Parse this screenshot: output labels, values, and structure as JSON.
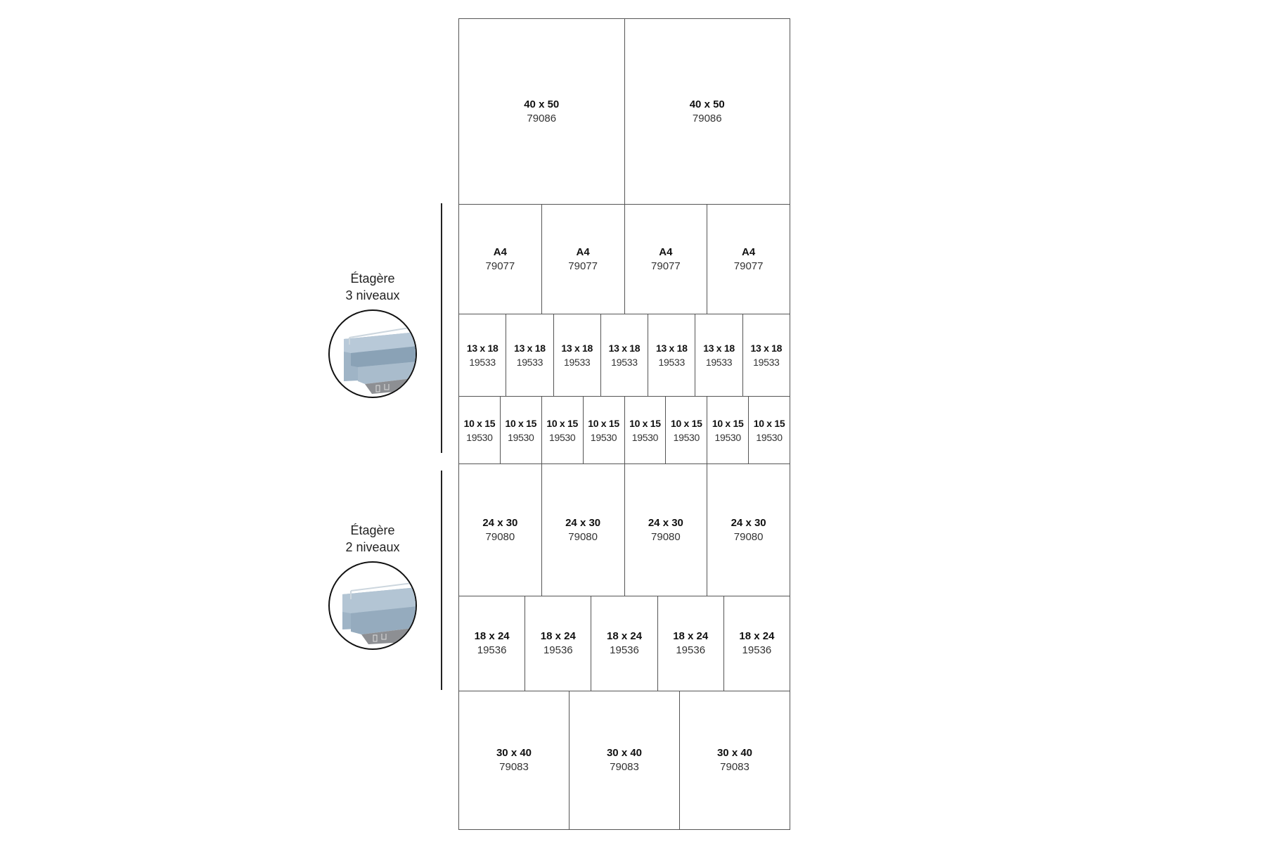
{
  "shelves": [
    {
      "title": "Étagère",
      "subtitle": "3 niveaux",
      "icon": "three-level-shelf-icon"
    },
    {
      "title": "Étagère",
      "subtitle": "2 niveaux",
      "icon": "two-level-shelf-icon"
    }
  ],
  "rows": [
    {
      "cells": [
        {
          "size": "40 x 50",
          "ref": "79086"
        },
        {
          "size": "40 x 50",
          "ref": "79086"
        }
      ]
    },
    {
      "cells": [
        {
          "size": "A4",
          "ref": "79077"
        },
        {
          "size": "A4",
          "ref": "79077"
        },
        {
          "size": "A4",
          "ref": "79077"
        },
        {
          "size": "A4",
          "ref": "79077"
        }
      ]
    },
    {
      "cells": [
        {
          "size": "13 x 18",
          "ref": "19533"
        },
        {
          "size": "13 x 18",
          "ref": "19533"
        },
        {
          "size": "13 x 18",
          "ref": "19533"
        },
        {
          "size": "13 x 18",
          "ref": "19533"
        },
        {
          "size": "13 x 18",
          "ref": "19533"
        },
        {
          "size": "13 x 18",
          "ref": "19533"
        },
        {
          "size": "13 x 18",
          "ref": "19533"
        }
      ]
    },
    {
      "cells": [
        {
          "size": "10 x 15",
          "ref": "19530"
        },
        {
          "size": "10 x 15",
          "ref": "19530"
        },
        {
          "size": "10 x 15",
          "ref": "19530"
        },
        {
          "size": "10 x 15",
          "ref": "19530"
        },
        {
          "size": "10 x 15",
          "ref": "19530"
        },
        {
          "size": "10 x 15",
          "ref": "19530"
        },
        {
          "size": "10 x 15",
          "ref": "19530"
        },
        {
          "size": "10 x 15",
          "ref": "19530"
        }
      ]
    },
    {
      "cells": [
        {
          "size": "24 x 30",
          "ref": "79080"
        },
        {
          "size": "24 x 30",
          "ref": "79080"
        },
        {
          "size": "24 x 30",
          "ref": "79080"
        },
        {
          "size": "24 x 30",
          "ref": "79080"
        }
      ]
    },
    {
      "cells": [
        {
          "size": "18 x 24",
          "ref": "19536"
        },
        {
          "size": "18 x 24",
          "ref": "19536"
        },
        {
          "size": "18 x 24",
          "ref": "19536"
        },
        {
          "size": "18 x 24",
          "ref": "19536"
        },
        {
          "size": "18 x 24",
          "ref": "19536"
        }
      ]
    },
    {
      "cells": [
        {
          "size": "30 x 40",
          "ref": "79083"
        },
        {
          "size": "30 x 40",
          "ref": "79083"
        },
        {
          "size": "30 x 40",
          "ref": "79083"
        }
      ]
    }
  ]
}
